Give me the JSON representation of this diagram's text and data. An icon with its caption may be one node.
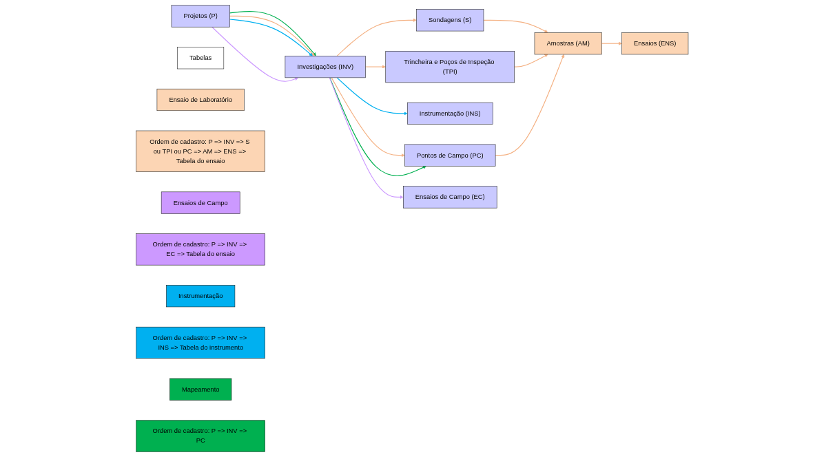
{
  "diagram": {
    "nodes": [
      {
        "text": [
          "Projetos (P)"
        ]
      },
      {
        "text": [
          "Investigações (INV)"
        ]
      },
      {
        "text": [
          "Sondagens (S)"
        ]
      },
      {
        "text": [
          "Amostras (AM)"
        ]
      },
      {
        "text": [
          "Ensaios (ENS)"
        ]
      },
      {
        "text": [
          "Trincheira e Poços de Inspeção (TPI)"
        ]
      },
      {
        "text": [
          "Instrumentação (INS)"
        ]
      },
      {
        "text": [
          "Pontos de Campo (PC)"
        ]
      },
      {
        "text": [
          "Ensaios de Campo (EC)"
        ]
      },
      {
        "text": [
          "Tabelas"
        ]
      },
      {
        "text": [
          "Ensaio de Laboratório"
        ]
      },
      {
        "text": [
          "Ordem de cadastro: P => INV => S ou TPI ou PC => AM => ENS => Tabela do ensaio"
        ]
      },
      {
        "text": [
          "Ensaios de Campo"
        ]
      },
      {
        "text": [
          "Ordem de cadastro: P => INV => EC => Tabela do ensaio"
        ]
      },
      {
        "text": [
          "Instrumentação"
        ]
      },
      {
        "text": [
          "Ordem de cadastro: P => INV => INS => Tabela do instrumento"
        ]
      },
      {
        "text": [
          "Mapeamento"
        ]
      },
      {
        "text": [
          "Ordem de cadastro: P => INV => PC"
        ]
      }
    ],
    "edges": [
      {
        "from": 0,
        "to": 1,
        "arrow": "to",
        "color": "#00b050"
      },
      {
        "from": 0,
        "to": 1,
        "arrow": "to"
      },
      {
        "from": 0,
        "to": 1,
        "arrow": "to",
        "color": "#00b0f0"
      },
      {
        "from": 0,
        "to": 1,
        "arrow": "to",
        "color": "#cc99ff"
      },
      {
        "from": 1,
        "to": 2,
        "arrow": "to"
      },
      {
        "from": 2,
        "to": 3,
        "arrow": "to"
      },
      {
        "from": 3,
        "to": 4,
        "arrow": "to"
      },
      {
        "from": 1,
        "to": 5,
        "arrow": "to"
      },
      {
        "from": 1,
        "to": 7,
        "arrow": "to"
      },
      {
        "from": 1,
        "to": 7,
        "arrow": "to",
        "color": "#00b050"
      },
      {
        "from": 1,
        "to": 6,
        "arrow": "to",
        "color": "#00b0f0"
      },
      {
        "from": 1,
        "to": 8,
        "arrow": "to",
        "color": "#cc99ff"
      },
      {
        "from": 5,
        "to": 3,
        "arrow": "to"
      },
      {
        "from": 7,
        "to": 3,
        "arrow": "to"
      }
    ]
  }
}
